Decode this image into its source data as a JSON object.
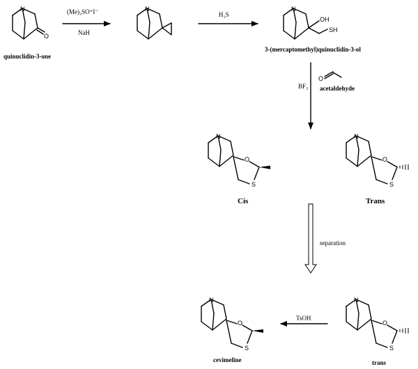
{
  "atoms": {
    "N": "N",
    "O": "O",
    "S": "S",
    "OH": "OH",
    "SH": "SH"
  },
  "labels": {
    "quinuclidinone": "quinuclidin-3-one",
    "mercapto": "3-(mercaptomethyl)quinuclidin-3-ol",
    "cis": "Cis",
    "trans_upper": "Trans",
    "trans_lower": "trans",
    "cevimeline": "cevimeline"
  },
  "reagents": {
    "step1_top": "(Me)₃SO⁺I⁻",
    "step1_bottom": "NaH",
    "step2": "H₂S",
    "step3_lewis": "BF₃",
    "step3_aldehyde": "acetaldehyde",
    "separation": "separation",
    "tsoh": "TsOH"
  }
}
